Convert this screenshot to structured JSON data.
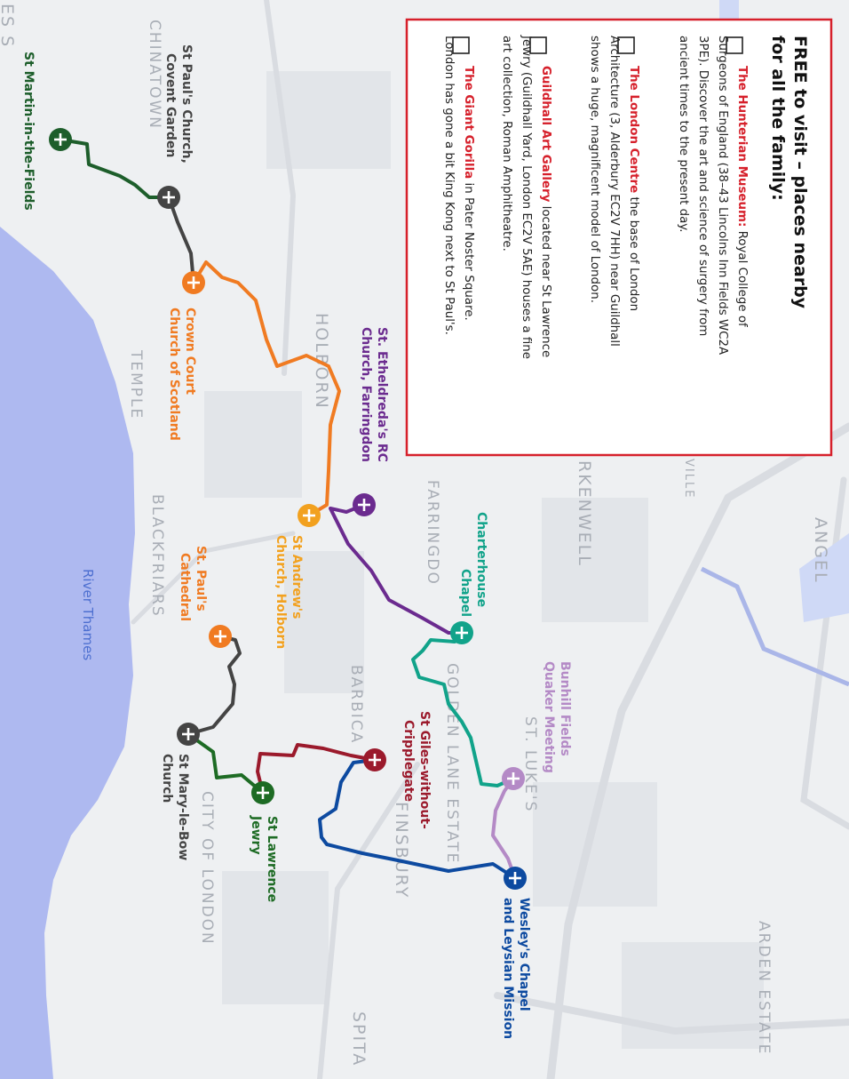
{
  "areas": {
    "chinatown": "CHINATOWN",
    "holborn": "HOLBORN",
    "temple": "TEMPLE",
    "blackfriars": "BLACKFRIARS",
    "farringdon": "FARRINGDO",
    "barbican": "BARBICA",
    "golden_lane": "GOLDEN LANE ESTATE",
    "st_lukes": "ST. LUKE'S",
    "city_of_london": "CITY OF LONDON",
    "finsbury": "FINSBURY",
    "clerkenwell": "RKENWELL",
    "angel": "ANGEL",
    "arden": "ARDEN ESTATE",
    "spitalfields": "SPITA",
    "ville": "VILLE",
    "edge_left": "ES S",
    "river": "River Thames"
  },
  "churches": {
    "martin": {
      "name": "St Martin-in-the-Fields",
      "color": "#1d5e2b"
    },
    "paul_cg": {
      "line1": "St Paul's Church,",
      "line2": "Covent Garden",
      "color": "#444444"
    },
    "crown": {
      "line1": "Crown Court",
      "line2": "Church of Scotland",
      "color": "#f07b22"
    },
    "etheldreda": {
      "line1": "St. Etheldreda's RC",
      "line2": "Church, Farringdon",
      "color": "#6b2b8f"
    },
    "andrew": {
      "line1": "St Andrew's",
      "line2": "Church, Holborn",
      "color": "#f2a11f"
    },
    "pauls_cathedral": {
      "line1": "St. Paul's",
      "line2": "Cathedral",
      "color": "#f07b22"
    },
    "charterhouse": {
      "line1": "Charterhouse",
      "line2": "Chapel",
      "color": "#11a38a"
    },
    "bunhill": {
      "line1": "Bunhill Fields",
      "line2": "Quaker Meeting",
      "color": "#b48ac6"
    },
    "giles": {
      "line1": "St Giles-without-",
      "line2": "Cripplegate",
      "color": "#9b1a2c"
    },
    "mary": {
      "line1": "St Mary-le-Bow",
      "line2": "Church",
      "color": "#444444"
    },
    "lawrence": {
      "line1": "St Lawrence",
      "line2": "Jewry",
      "color": "#1d6b24"
    },
    "wesley": {
      "line1": "Wesley's Chapel",
      "line2": "and Leysian Mission",
      "color": "#0d4aa0"
    }
  },
  "infobox": {
    "title1": "FREE to visit – places nearby",
    "title2": "for all the family:",
    "items": [
      {
        "name": "The Hunterian Museum:",
        "line1": " Royal College of",
        "line2": "Surgeons of England (38–43 Lincolns Inn Fields WC2A",
        "line3": "3PE). Discover the art and science of surgery from",
        "line4": "ancient times to the present day."
      },
      {
        "name": "The London Centre",
        "line1": " the base of London",
        "line2": "Architecture (3, Alderbury EC2V 7HH) near Guildhall",
        "line3": "shows a huge, magnificent model of London.",
        "line4": ""
      },
      {
        "name": "Guildhall Art Gallery",
        "line1": " located near St Lawrence",
        "line2": "Jewry (Guildhall Yard, London EC2V 5AE) houses a fine",
        "line3": "art collection, Roman Amphitheatre.",
        "line4": ""
      },
      {
        "name": "The Giant Gorilla",
        "line1": " in Pater Noster Square.",
        "line2": "London has gone a bit King Kong next to St Paul's.",
        "line3": "",
        "line4": ""
      }
    ]
  },
  "colors": {
    "accent_red": "#d6202b",
    "river": "#aeb9f0",
    "box_border": "#d6202b"
  }
}
